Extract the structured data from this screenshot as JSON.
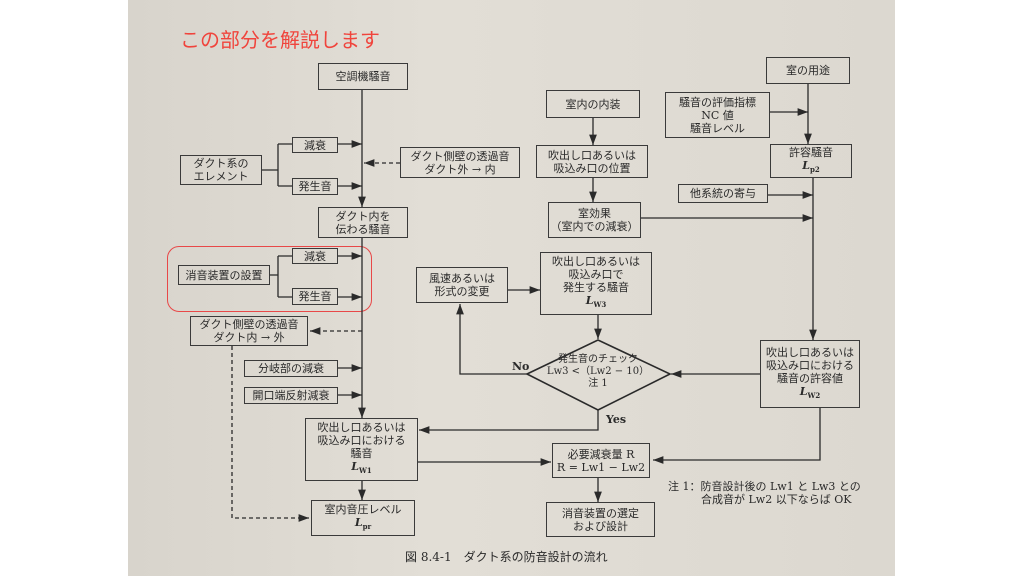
{
  "annotation": {
    "title": "この部分を解説します",
    "color": "#f0443c"
  },
  "caption": "図 8.4-1　ダクト系の防音設計の流れ",
  "note": "注 1：防音設計後の Lw1 と Lw3 との\n　　　合成音が Lw2 以下ならば OK",
  "boxes": {
    "ac_noise": "空調機騒音",
    "duct_elements": "ダクト系の\nエレメント",
    "attenuation1": "減衰",
    "generated1": "発生音",
    "wall_in": "ダクト側壁の透過音\nダクト外 → 内",
    "duct_noise": "ダクト内を\n伝わる騒音",
    "silencer_install": "消音装置の設置",
    "attenuation2": "減衰",
    "generated2": "発生音",
    "wall_out": "ダクト側壁の透過音\nダクト内 → 外",
    "branch_att": "分岐部の減衰",
    "end_reflect": "開口端反射減衰",
    "outlet_noise": "吹出し口あるいは\n吸込み口における\n騒音",
    "room_spl": "室内音圧レベル",
    "interior": "室内の内装",
    "outlet_pos": "吹出し口あるいは\n吸込み口の位置",
    "room_effect": "室効果\n（室内での減衰）",
    "velocity_change": "風速あるいは\n形式の変更",
    "outlet_generated": "吹出し口あるいは\n吸込み口で\n発生する騒音",
    "check": "発生音のチェック\nLw3 <（Lw2 − 10）\n注 1",
    "required_att": "必要減衰量 R\nR = Lw1 − Lw2",
    "silencer_select": "消音装置の選定\nおよび設計",
    "room_use": "室の用途",
    "noise_index": "騒音の評価指標\nNC 値\n騒音レベル",
    "allowable": "許容騒音",
    "other_systems": "他系統の寄与",
    "outlet_allow": "吹出し口あるいは\n吸込み口における\n騒音の許容値"
  },
  "symbols": {
    "L": "L",
    "w1": "W1",
    "pr": "pr",
    "w3": "W3",
    "p2": "p2",
    "w2": "W2"
  },
  "labels": {
    "no": "No",
    "yes": "Yes"
  }
}
